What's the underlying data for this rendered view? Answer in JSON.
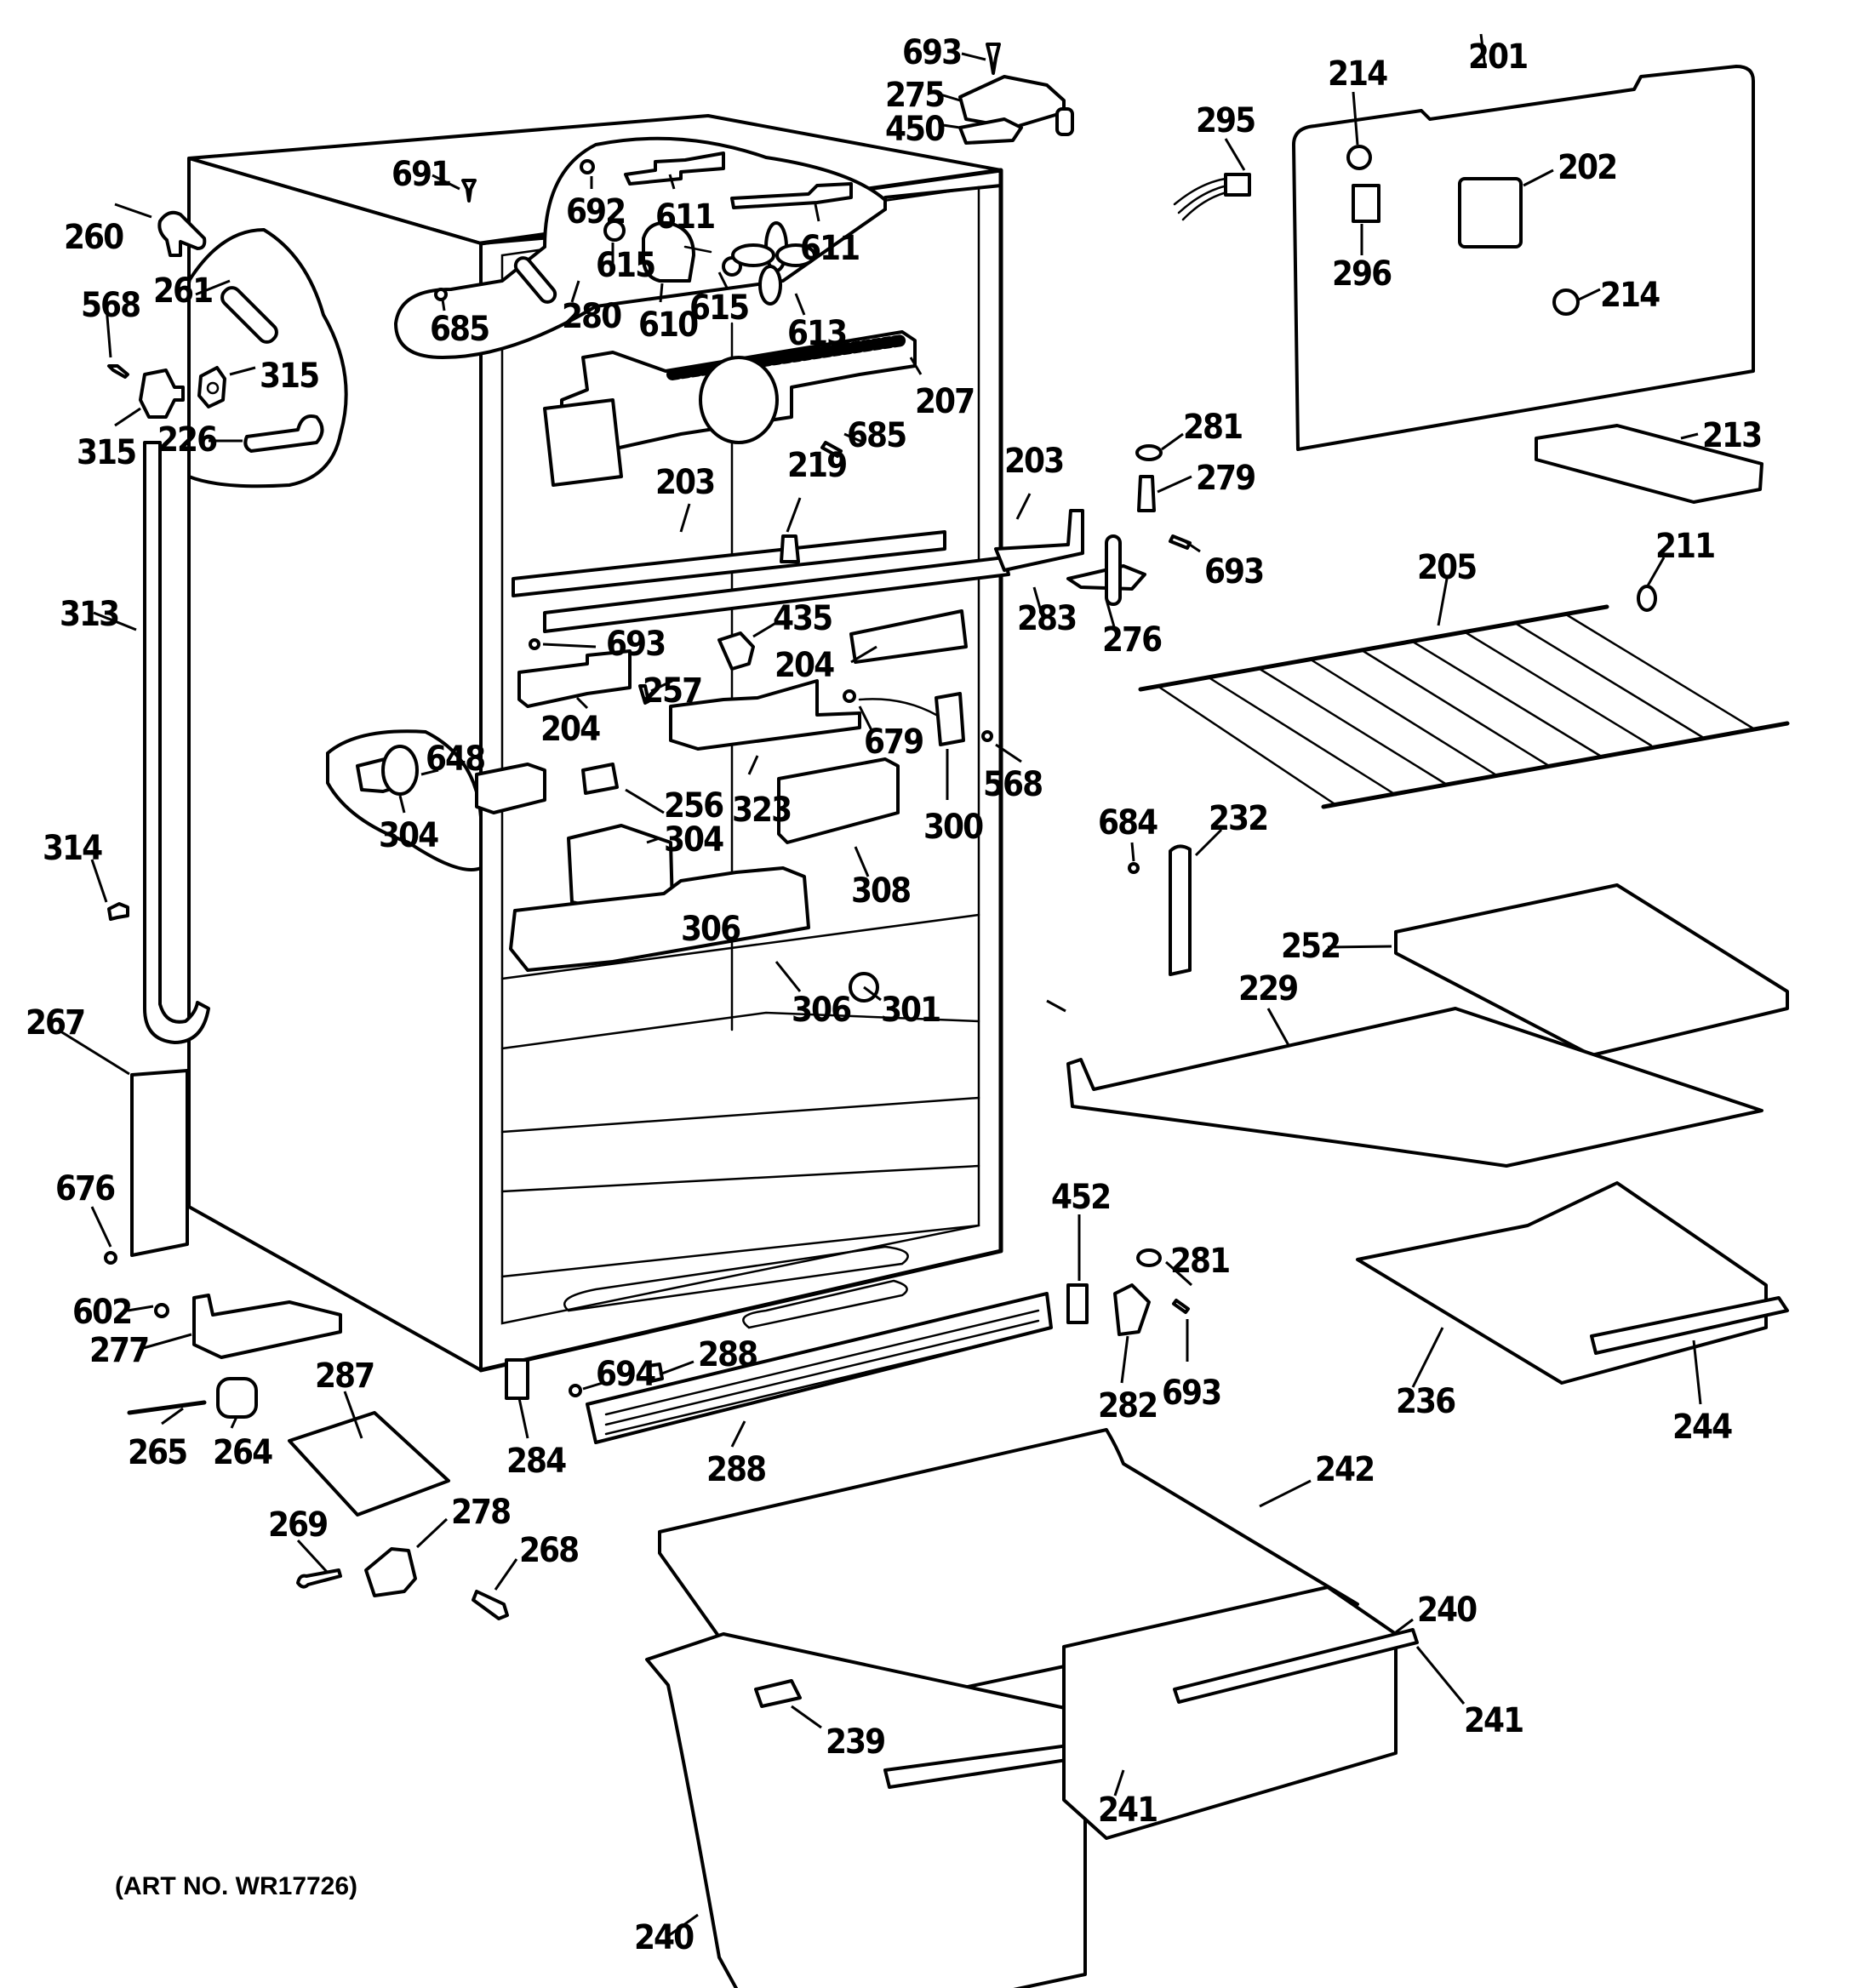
{
  "diagram": {
    "type": "exploded-parts-diagram",
    "subject": "refrigerator cabinet parts",
    "art_number": "(ART NO. WR17726)",
    "callouts": [
      {
        "id": "c693a",
        "label": "693"
      },
      {
        "id": "c275",
        "label": "275"
      },
      {
        "id": "c450",
        "label": "450"
      },
      {
        "id": "c691",
        "label": "691"
      },
      {
        "id": "c692",
        "label": "692"
      },
      {
        "id": "c611a",
        "label": "611"
      },
      {
        "id": "c611b",
        "label": "611"
      },
      {
        "id": "c260",
        "label": "260"
      },
      {
        "id": "c261",
        "label": "261"
      },
      {
        "id": "c568a",
        "label": "568"
      },
      {
        "id": "c315a",
        "label": "315"
      },
      {
        "id": "c315b",
        "label": "315"
      },
      {
        "id": "c226",
        "label": "226"
      },
      {
        "id": "c280",
        "label": "280"
      },
      {
        "id": "c615a",
        "label": "615"
      },
      {
        "id": "c615b",
        "label": "615"
      },
      {
        "id": "c610",
        "label": "610"
      },
      {
        "id": "c613",
        "label": "613"
      },
      {
        "id": "c685a",
        "label": "685"
      },
      {
        "id": "c685b",
        "label": "685"
      },
      {
        "id": "c207",
        "label": "207"
      },
      {
        "id": "c219",
        "label": "219"
      },
      {
        "id": "c203a",
        "label": "203"
      },
      {
        "id": "c203b",
        "label": "203"
      },
      {
        "id": "c313",
        "label": "313"
      },
      {
        "id": "c295",
        "label": "295"
      },
      {
        "id": "c214a",
        "label": "214"
      },
      {
        "id": "c201",
        "label": "201"
      },
      {
        "id": "c202",
        "label": "202"
      },
      {
        "id": "c296",
        "label": "296"
      },
      {
        "id": "c214b",
        "label": "214"
      },
      {
        "id": "c281a",
        "label": "281"
      },
      {
        "id": "c213",
        "label": "213"
      },
      {
        "id": "c279",
        "label": "279"
      },
      {
        "id": "c693b",
        "label": "693"
      },
      {
        "id": "c283",
        "label": "283"
      },
      {
        "id": "c276",
        "label": "276"
      },
      {
        "id": "c205",
        "label": "205"
      },
      {
        "id": "c211",
        "label": "211"
      },
      {
        "id": "c693c",
        "label": "693"
      },
      {
        "id": "c435",
        "label": "435"
      },
      {
        "id": "c204a",
        "label": "204"
      },
      {
        "id": "c204b",
        "label": "204"
      },
      {
        "id": "c257",
        "label": "257"
      },
      {
        "id": "c679",
        "label": "679"
      },
      {
        "id": "c300",
        "label": "300"
      },
      {
        "id": "c568b",
        "label": "568"
      },
      {
        "id": "c648",
        "label": "648"
      },
      {
        "id": "c304a",
        "label": "304"
      },
      {
        "id": "c256",
        "label": "256"
      },
      {
        "id": "c323",
        "label": "323"
      },
      {
        "id": "c304b",
        "label": "304"
      },
      {
        "id": "c308",
        "label": "308"
      },
      {
        "id": "c314",
        "label": "314"
      },
      {
        "id": "c684",
        "label": "684"
      },
      {
        "id": "c232",
        "label": "232"
      },
      {
        "id": "c252",
        "label": "252"
      },
      {
        "id": "c306a",
        "label": "306"
      },
      {
        "id": "c306b",
        "label": "306"
      },
      {
        "id": "c301",
        "label": "301"
      },
      {
        "id": "c229",
        "label": "229"
      },
      {
        "id": "c267",
        "label": "267"
      },
      {
        "id": "c676",
        "label": "676"
      },
      {
        "id": "c452",
        "label": "452"
      },
      {
        "id": "c281b",
        "label": "281"
      },
      {
        "id": "c602",
        "label": "602"
      },
      {
        "id": "c277",
        "label": "277"
      },
      {
        "id": "c288a",
        "label": "288"
      },
      {
        "id": "c694",
        "label": "694"
      },
      {
        "id": "c282",
        "label": "282"
      },
      {
        "id": "c693d",
        "label": "693"
      },
      {
        "id": "c236",
        "label": "236"
      },
      {
        "id": "c244",
        "label": "244"
      },
      {
        "id": "c287",
        "label": "287"
      },
      {
        "id": "c265",
        "label": "265"
      },
      {
        "id": "c264",
        "label": "264"
      },
      {
        "id": "c284",
        "label": "284"
      },
      {
        "id": "c288b",
        "label": "288"
      },
      {
        "id": "c242",
        "label": "242"
      },
      {
        "id": "c269",
        "label": "269"
      },
      {
        "id": "c278",
        "label": "278"
      },
      {
        "id": "c268",
        "label": "268"
      },
      {
        "id": "c240a",
        "label": "240"
      },
      {
        "id": "c241a",
        "label": "241"
      },
      {
        "id": "c239",
        "label": "239"
      },
      {
        "id": "c241b",
        "label": "241"
      },
      {
        "id": "c240b",
        "label": "240"
      }
    ]
  }
}
